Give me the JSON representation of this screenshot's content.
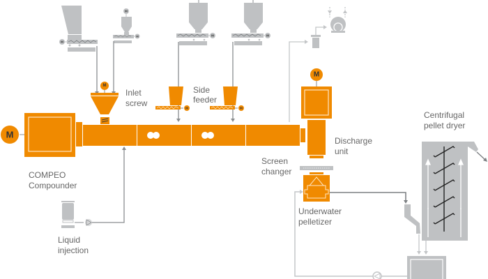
{
  "title": "COMPEO compounding line with underwater pelletizing",
  "colors": {
    "machine": "#f08a00",
    "auxiliary": "#bfc1c3",
    "line_dark": "#8a8d90",
    "line_light": "#c4c6c8",
    "text": "#666666"
  },
  "motor_symbol": "M",
  "labels": {
    "compounder_1": "COMPEO",
    "compounder_2": "Compounder",
    "inlet_1": "Inlet",
    "inlet_2": "screw",
    "side_1": "Side",
    "side_2": "feeder",
    "screen_1": "Screen",
    "screen_2": "changer",
    "discharge_1": "Discharge",
    "discharge_2": "unit",
    "pelletizer_1": "Underwater",
    "pelletizer_2": "pelletizer",
    "liquid_1": "Liquid",
    "liquid_2": "injection",
    "dryer_1": "Centrifugal",
    "dryer_2": "pellet dryer"
  },
  "components": [
    "main-motor",
    "gearbox",
    "extruder-barrel",
    "inlet-screw",
    "side-feeder-1",
    "side-feeder-2",
    "gravimetric-feeder-1",
    "gravimetric-feeder-2",
    "gravimetric-feeder-3",
    "gravimetric-feeder-4",
    "liquid-injection",
    "vacuum-degassing",
    "discharge-unit",
    "screen-changer",
    "underwater-pelletizer",
    "centrifugal-pellet-dryer",
    "water-tank",
    "water-pump"
  ]
}
